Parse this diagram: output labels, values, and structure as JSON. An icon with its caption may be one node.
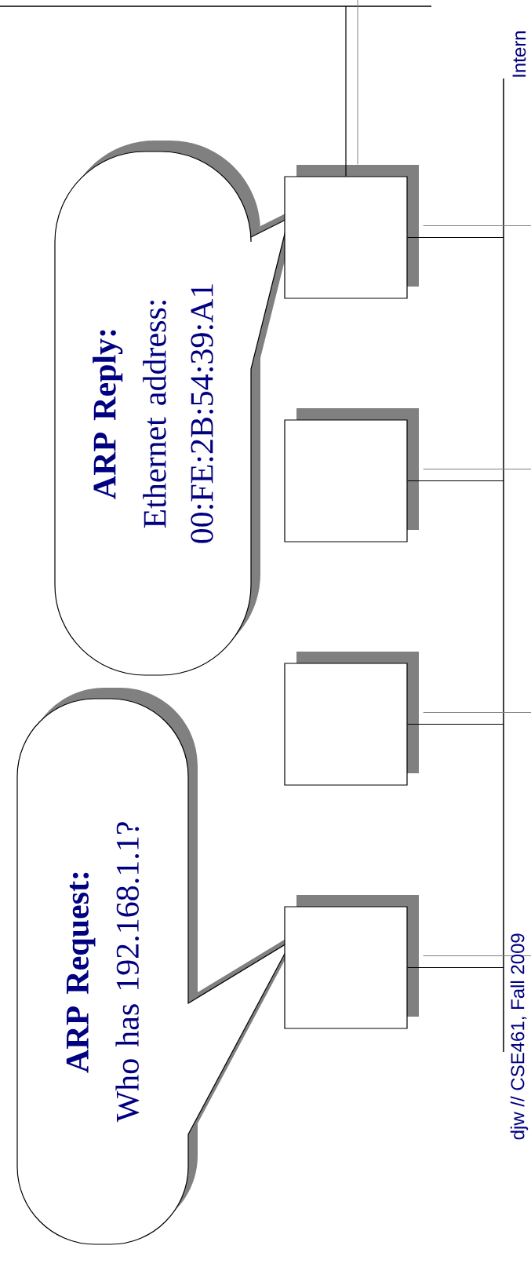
{
  "diagram": {
    "nodes": [
      {
        "text": [
          "ARP Reply:",
          "Ethernet address: 00:FE:2B:54:39:A1"
        ]
      },
      {
        "text": [
          "ARP Request:",
          "Who has 192.168.1.1?"
        ]
      },
      {
        "text": [],
        "shape": "box"
      },
      {
        "text": [],
        "shape": "box"
      },
      {
        "text": [],
        "shape": "box"
      },
      {
        "text": [],
        "shape": "box"
      },
      {
        "text": [],
        "shape": "bar"
      },
      {
        "text": [],
        "shape": "bar"
      }
    ],
    "edges": [
      {
        "from": 2,
        "to": 7,
        "arrow": "none"
      },
      {
        "from": 2,
        "to": 6,
        "arrow": "none"
      },
      {
        "from": 3,
        "to": 6,
        "arrow": "none"
      },
      {
        "from": 4,
        "to": 6,
        "arrow": "none"
      },
      {
        "from": 5,
        "to": 6,
        "arrow": "none"
      },
      {
        "from": 2,
        "to": 7,
        "arrow": "none",
        "color": "#808080"
      }
    ],
    "labels": [
      "Intern",
      "djw // CSE461, Fall 2009"
    ]
  }
}
